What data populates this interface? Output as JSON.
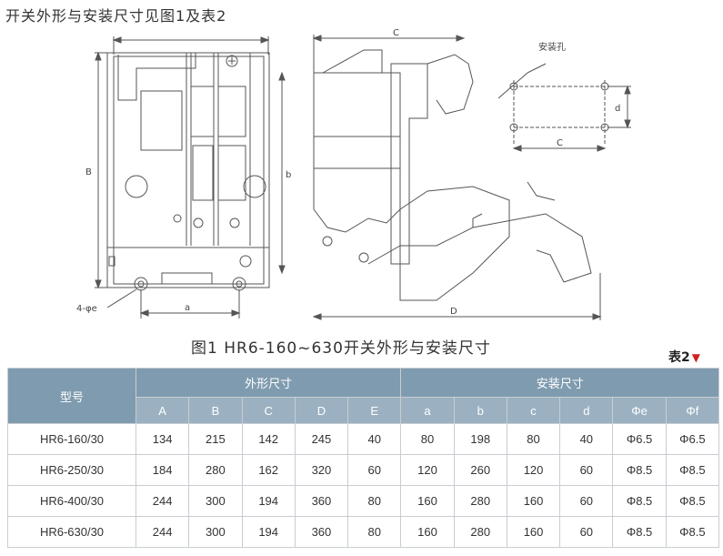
{
  "header": {
    "title": "开关外形与安装尺寸见图1及表2"
  },
  "figure": {
    "caption": "图1 HR6-160~630开关外形与安装尺寸",
    "labels": {
      "B": "B",
      "b": "b",
      "a": "a",
      "c": "C",
      "d": "D",
      "holes": "4-φe",
      "mount_title": "安装孔",
      "mount_c": "C",
      "mount_d": "d"
    }
  },
  "table_label": "表2",
  "table": {
    "model_header": "型号",
    "group_outline": "外形尺寸",
    "group_mount": "安装尺寸",
    "columns": [
      "A",
      "B",
      "C",
      "D",
      "E",
      "a",
      "b",
      "c",
      "d",
      "Φe",
      "Φf"
    ],
    "rows": [
      {
        "model": "HR6-160/30",
        "values": [
          "134",
          "215",
          "142",
          "245",
          "40",
          "80",
          "198",
          "80",
          "40",
          "Φ6.5",
          "Φ6.5"
        ]
      },
      {
        "model": "HR6-250/30",
        "values": [
          "184",
          "280",
          "162",
          "320",
          "60",
          "120",
          "260",
          "120",
          "60",
          "Φ8.5",
          "Φ8.5"
        ]
      },
      {
        "model": "HR6-400/30",
        "values": [
          "244",
          "300",
          "194",
          "360",
          "80",
          "160",
          "280",
          "160",
          "60",
          "Φ8.5",
          "Φ8.5"
        ]
      },
      {
        "model": "HR6-630/30",
        "values": [
          "244",
          "300",
          "194",
          "360",
          "80",
          "160",
          "280",
          "160",
          "60",
          "Φ8.5",
          "Φ8.5"
        ]
      }
    ]
  }
}
